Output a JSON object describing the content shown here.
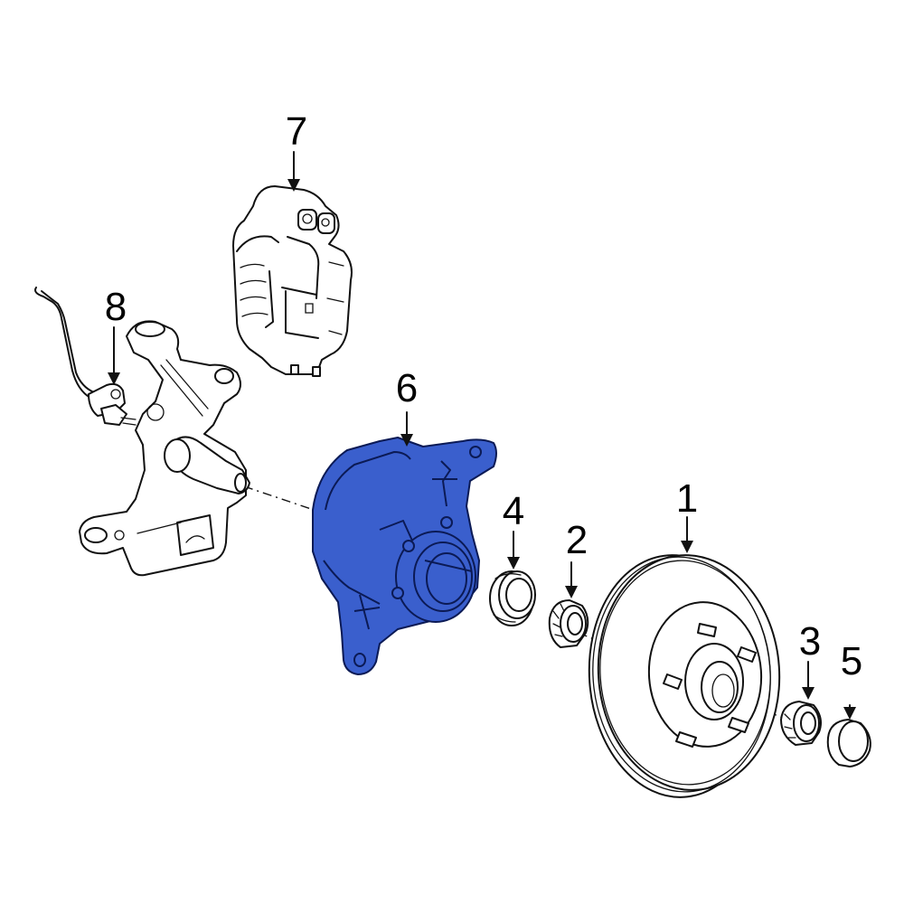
{
  "callouts": [
    {
      "id": "1",
      "label": "1"
    },
    {
      "id": "2",
      "label": "2"
    },
    {
      "id": "3",
      "label": "3"
    },
    {
      "id": "4",
      "label": "4"
    },
    {
      "id": "5",
      "label": "5"
    },
    {
      "id": "6",
      "label": "6"
    },
    {
      "id": "7",
      "label": "7"
    },
    {
      "id": "8",
      "label": "8"
    }
  ],
  "colors": {
    "highlight": "#3a5fcd",
    "line": "#111111",
    "background": "#ffffff"
  }
}
